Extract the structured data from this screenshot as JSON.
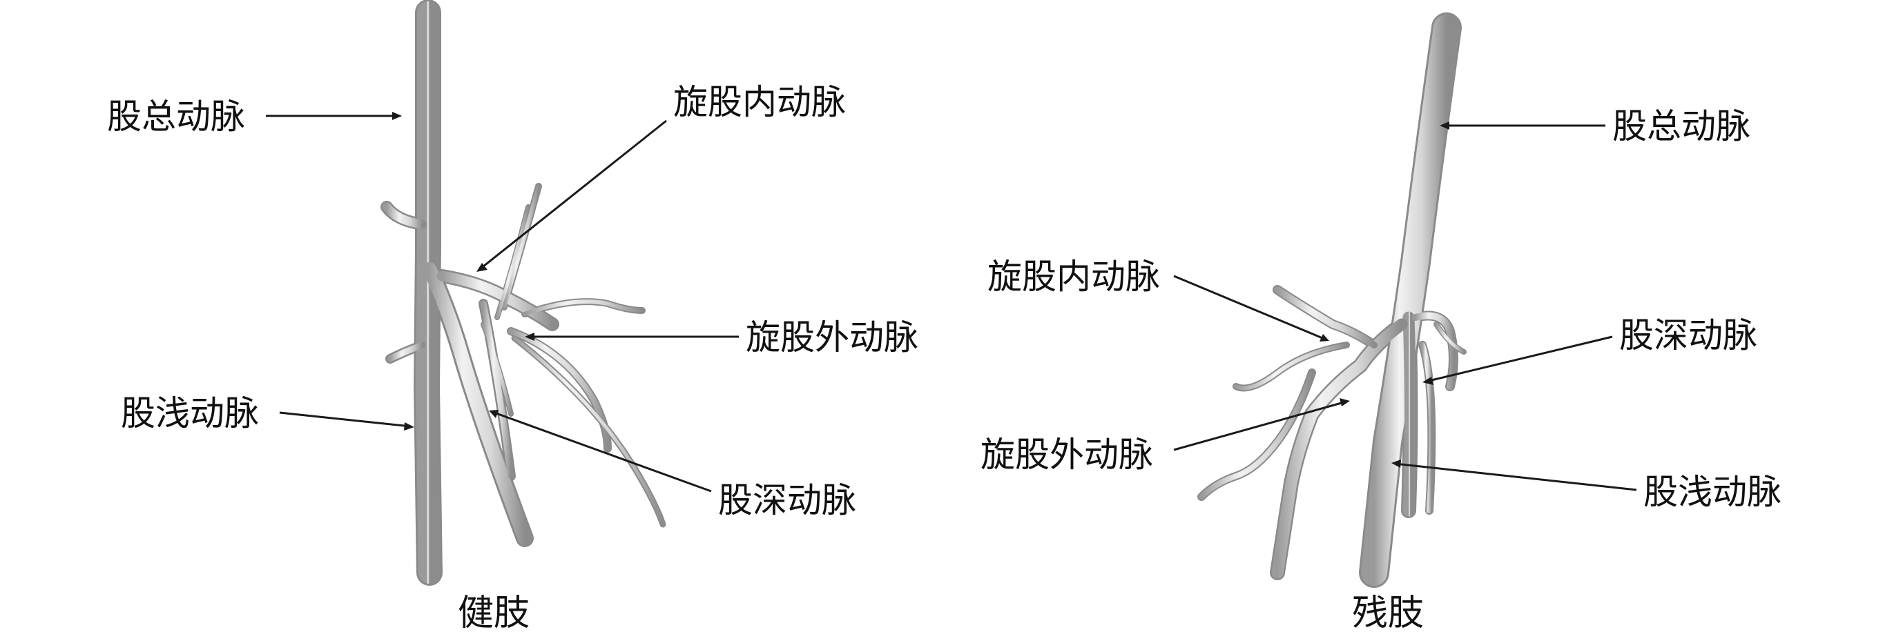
{
  "panels": [
    {
      "caption": "健肢",
      "labels": {
        "common_femoral": "股总动脉",
        "medial_circumflex": "旋股内动脉",
        "lateral_circumflex": "旋股外动脉",
        "superficial_femoral": "股浅动脉",
        "deep_femoral": "股深动脉"
      }
    },
    {
      "caption": "残肢",
      "labels": {
        "common_femoral": "股总动脉",
        "medial_circumflex": "旋股内动脉",
        "deep_femoral": "股深动脉",
        "lateral_circumflex": "旋股外动脉",
        "superficial_femoral": "股浅动脉"
      }
    }
  ]
}
